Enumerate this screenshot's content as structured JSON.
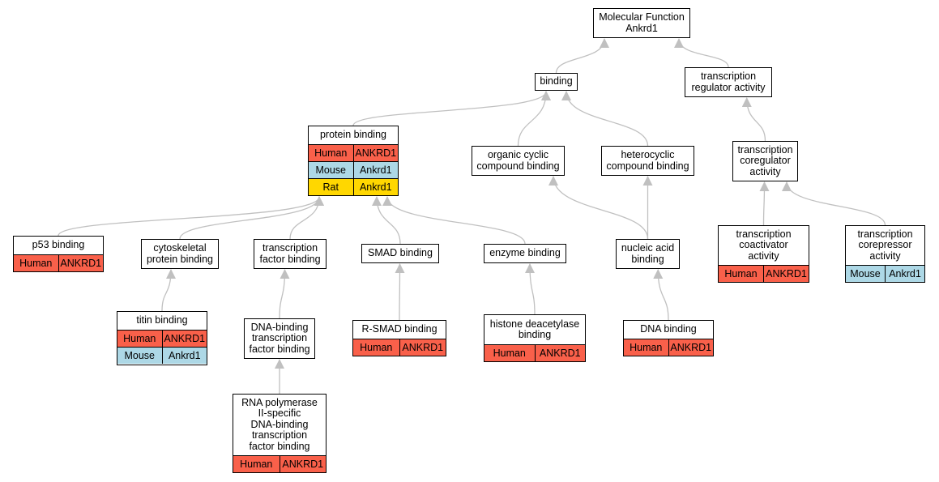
{
  "colors": {
    "human": "#f9604a",
    "mouse": "#add8e6",
    "rat": "#ffd700",
    "edge": "#c0c0c0"
  },
  "nodes": {
    "mf": {
      "label": "Molecular Function\nAnkrd1",
      "rows": []
    },
    "bind": {
      "label": "binding",
      "rows": []
    },
    "tra": {
      "label": "transcription\nregulator activity",
      "rows": []
    },
    "pb": {
      "label": "protein binding",
      "rows": [
        [
          "Human",
          "ANKRD1"
        ],
        [
          "Mouse",
          "Ankrd1"
        ],
        [
          "Rat",
          "Ankrd1"
        ]
      ]
    },
    "occ": {
      "label": "organic cyclic\ncompound binding",
      "rows": []
    },
    "het": {
      "label": "heterocyclic\ncompound binding",
      "rows": []
    },
    "tcoreg": {
      "label": "transcription\ncoregulator\nactivity",
      "rows": []
    },
    "p53": {
      "label": "p53 binding",
      "rows": [
        [
          "Human",
          "ANKRD1"
        ]
      ]
    },
    "cyto": {
      "label": "cytoskeletal\nprotein binding",
      "rows": []
    },
    "tfb": {
      "label": "transcription\nfactor binding",
      "rows": []
    },
    "smad": {
      "label": "SMAD binding",
      "rows": []
    },
    "enz": {
      "label": "enzyme binding",
      "rows": []
    },
    "nab": {
      "label": "nucleic acid\nbinding",
      "rows": []
    },
    "tcoact": {
      "label": "transcription\ncoactivator\nactivity",
      "rows": [
        [
          "Human",
          "ANKRD1"
        ]
      ]
    },
    "tcorep": {
      "label": "transcription\ncorepressor\nactivity",
      "rows": [
        [
          "Mouse",
          "Ankrd1"
        ]
      ]
    },
    "titin": {
      "label": "titin binding",
      "rows": [
        [
          "Human",
          "ANKRD1"
        ],
        [
          "Mouse",
          "Ankrd1"
        ]
      ]
    },
    "dbtf": {
      "label": "DNA-binding\ntranscription\nfactor binding",
      "rows": []
    },
    "rsmad": {
      "label": "R-SMAD binding",
      "rows": [
        [
          "Human",
          "ANKRD1"
        ]
      ]
    },
    "hdac": {
      "label": "histone deacetylase\nbinding",
      "rows": [
        [
          "Human",
          "ANKRD1"
        ]
      ]
    },
    "dna": {
      "label": "DNA binding",
      "rows": [
        [
          "Human",
          "ANKRD1"
        ]
      ]
    },
    "rnap": {
      "label": "RNA polymerase\nII-specific\nDNA-binding\ntranscription\nfactor binding",
      "rows": [
        [
          "Human",
          "ANKRD1"
        ]
      ]
    }
  },
  "edges": [
    [
      "bind",
      "mf"
    ],
    [
      "tra",
      "mf"
    ],
    [
      "pb",
      "bind"
    ],
    [
      "occ",
      "bind"
    ],
    [
      "het",
      "bind"
    ],
    [
      "tcoreg",
      "tra"
    ],
    [
      "p53",
      "pb"
    ],
    [
      "cyto",
      "pb"
    ],
    [
      "tfb",
      "pb"
    ],
    [
      "smad",
      "pb"
    ],
    [
      "enz",
      "pb"
    ],
    [
      "nab",
      "occ"
    ],
    [
      "nab",
      "het"
    ],
    [
      "tcoact",
      "tcoreg"
    ],
    [
      "tcorep",
      "tcoreg"
    ],
    [
      "titin",
      "cyto"
    ],
    [
      "dbtf",
      "tfb"
    ],
    [
      "rsmad",
      "smad"
    ],
    [
      "hdac",
      "enz"
    ],
    [
      "dna",
      "nab"
    ],
    [
      "rnap",
      "dbtf"
    ]
  ]
}
